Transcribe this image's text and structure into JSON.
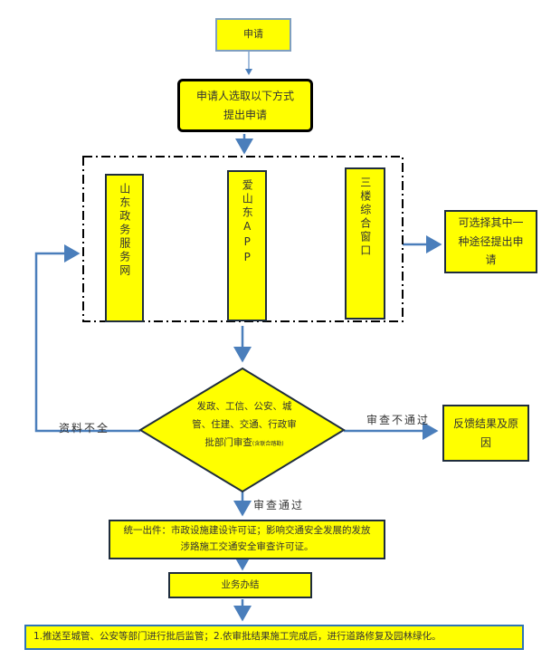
{
  "nodes": {
    "apply": "申请",
    "choose": "申请人选取以下方式\n提出申请",
    "online": "山东政务服务网",
    "app": "爱山东APP",
    "window": "三楼综合窗口",
    "any": "可选择其中一种途径提出申请",
    "review_main": "发政、工信、公安、城管、住建、交通、行政审批部门审查",
    "review_note": "(含联合踏勘)",
    "feedback": "反馈结果及原因",
    "issue": "统一出件：市政设施建设许可证；影响交通安全发展的发放涉路施工交通安全审查许可证。",
    "done": "业务办结",
    "after": "1.推送至城管、公安等部门进行批后监管；2.依审批结果施工完成后，进行道路修复及园林绿化。"
  },
  "labels": {
    "incomplete": "资料不全",
    "fail": "审查不通过",
    "pass": "审查通过"
  },
  "colors": {
    "fill": "#ffff00",
    "arrow": "#4a7ebb",
    "border": "#1f2d3d"
  }
}
